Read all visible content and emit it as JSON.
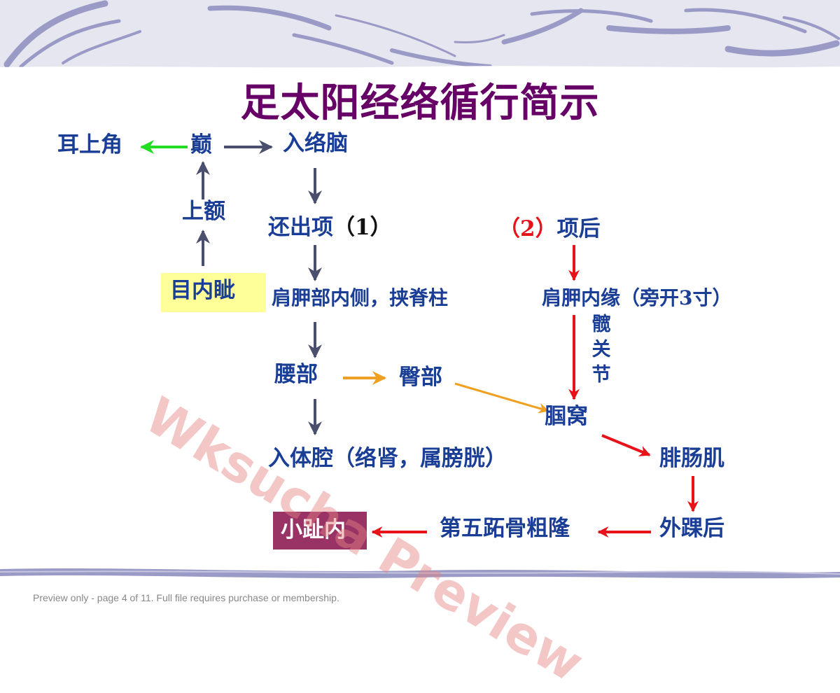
{
  "title": "足太阳经络循行简示",
  "nodes": {
    "ear_top": "耳上角",
    "vertex": "巅",
    "brain": "入络脑",
    "forehead": "上额",
    "nape_out": "还出项",
    "branch1_open": "（",
    "branch1_num": "1",
    "branch1_close": "）",
    "branch2_open": "（",
    "branch2_num": "2",
    "branch2_close": "）",
    "nape_back": "项后",
    "inner_canthus": "目内眦",
    "scapula_spine": "肩胛部内侧，挟脊柱",
    "scapula_edge_a": "肩胛内缘（旁开",
    "scapula_edge_num": "3",
    "scapula_edge_b": "寸）",
    "hip_1": "髋",
    "hip_2": "关",
    "hip_3": "节",
    "waist": "腰部",
    "buttock": "臀部",
    "popliteal": "腘窝",
    "body_cavity": "入体腔（络肾，属膀胱）",
    "calf": "腓肠肌",
    "little_toe": "小趾内",
    "fifth_metatarsal": "第五跖骨粗隆",
    "lateral_malleolus": "外踝后"
  },
  "watermark": "Wksucha Preview",
  "footer": "Preview only - page 4 of 11. Full file requires purchase or membership.",
  "colors": {
    "title": "#660066",
    "text": "#1a3e96",
    "arrow_dark": "#4a4f6e",
    "arrow_green": "#22dd22",
    "arrow_red": "#e8121a",
    "arrow_orange": "#f0a020",
    "highlight_yellow": "#ffff99",
    "highlight_maroon": "#993366"
  }
}
